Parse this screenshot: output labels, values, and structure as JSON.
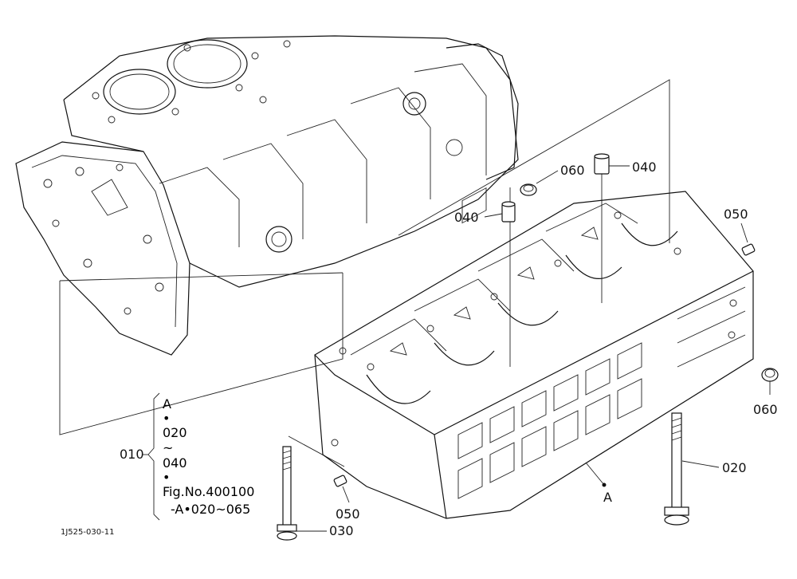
{
  "labels": {
    "p040_top": "040",
    "p060_top": "060",
    "p040_mid": "040",
    "p050_right": "050",
    "p060_right": "060",
    "p020_right": "020",
    "p010": "010",
    "p050_bottom": "050",
    "p030": "030",
    "ref_a": "A",
    "figure_code": "1J525-030-11"
  },
  "callout": {
    "line1": "A",
    "line2": "•",
    "line3": "020",
    "line4": "~",
    "line5": "040",
    "line6": "•",
    "line7": "Fig.No.400100",
    "line8": "-A•020~065"
  }
}
